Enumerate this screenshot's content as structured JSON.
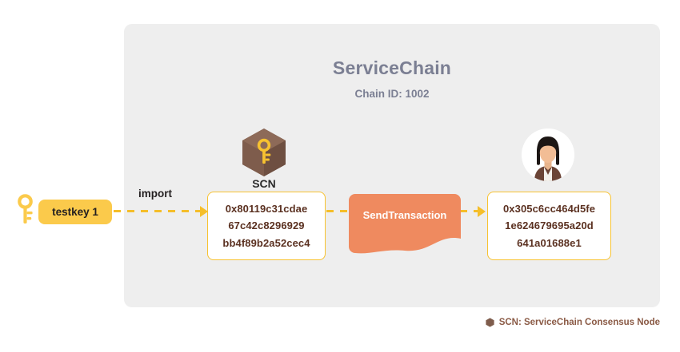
{
  "chain": {
    "title": "ServiceChain",
    "subtitle": "Chain ID: 1002",
    "panel_color": "#eeeeee",
    "title_color": "#7b7f93"
  },
  "wallet": {
    "key_icon": "key-icon",
    "pill_label": "testkey 1",
    "pill_color": "#fbca4b"
  },
  "flow": {
    "import_label": "import",
    "connector_color": "#f5be2a",
    "arrow_icon": "arrow-right-icon"
  },
  "node": {
    "icon": "hexagon-node-icon",
    "label": "SCN",
    "hex_color": "#7e5c4c",
    "key_color": "#f7c230"
  },
  "addresses": {
    "sender": {
      "lines": [
        "0x80119c31cdae",
        "67c42c8296929",
        "bb4f89b2a52cec4"
      ],
      "border_color": "#f7c230",
      "text_color": "#5b3121"
    },
    "recipient": {
      "lines": [
        "0x305c6cc464d5fe",
        "1e624679695a20d",
        "641a01688e1"
      ],
      "border_color": "#f7c230",
      "text_color": "#5b3121"
    }
  },
  "transaction": {
    "label": "SendTransaction",
    "banner_color": "#ef8a5f",
    "text_color": "#ffffff"
  },
  "recipient_user": {
    "avatar_icon": "user-avatar-icon"
  },
  "legend": {
    "marker_icon": "hexagon-marker-icon",
    "text": "SCN: ServiceChain Consensus Node",
    "color": "#8a5a45"
  }
}
